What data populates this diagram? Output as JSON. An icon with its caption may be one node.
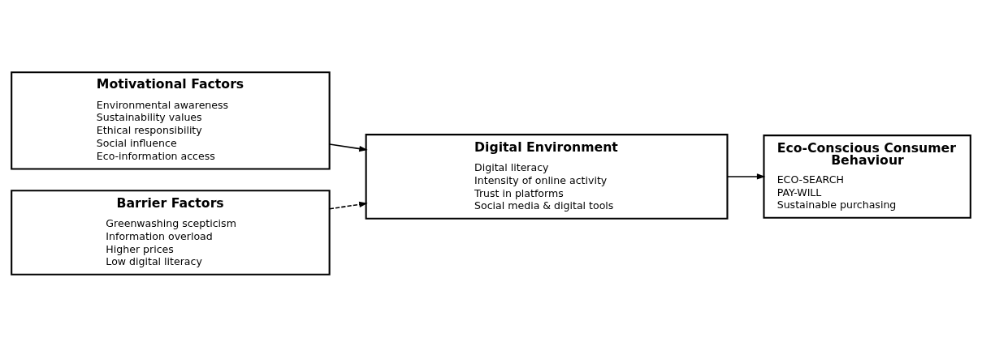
{
  "diagram": {
    "nodes": [
      {
        "text": [
          "Motivational Factors",
          "Environmental awareness",
          "Sustainability values",
          "Ethical responsibility",
          "Social influence",
          "Eco-information access"
        ]
      },
      {
        "text": [
          "Barrier Factors",
          "Greenwashing scepticism",
          "Information overload",
          "Higher prices",
          "Low digital literacy"
        ]
      },
      {
        "text": [
          "Digital Environment",
          "Digital literacy",
          "Intensity of online activity",
          "Trust in platforms",
          "Social media & digital tools"
        ]
      },
      {
        "text": [
          "Eco-Conscious Consumer Behaviour",
          "ECO-SEARCH",
          "PAY-WILL",
          "Sustainable purchasing"
        ]
      }
    ],
    "edges": [
      {
        "from": 0,
        "to": 2,
        "arrow": "to"
      },
      {
        "from": 1,
        "to": 2,
        "arrow": "to",
        "style": "dashed"
      },
      {
        "from": 2,
        "to": 3,
        "arrow": "to"
      }
    ]
  }
}
